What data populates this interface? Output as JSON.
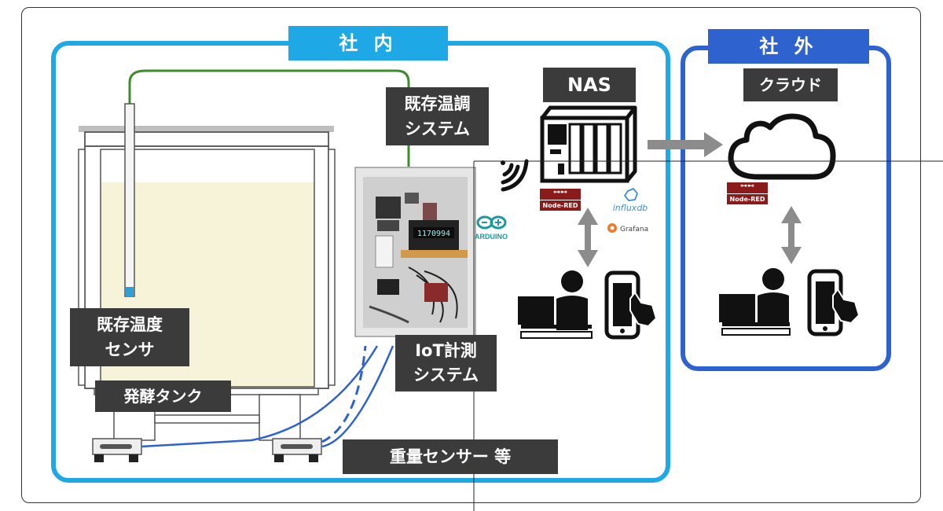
{
  "zones": {
    "internal": "社 内",
    "external": "社 外"
  },
  "labels": {
    "nas": "NAS",
    "cloud": "クラウド",
    "hvac_line1": "既存温調",
    "hvac_line2": "システム",
    "temp_sensor_line1": "既存温度",
    "temp_sensor_line2": "センサ",
    "tank": "発酵タンク",
    "iot_line1": "IoT計測",
    "iot_line2": "システム",
    "weight": "重量センサー 等"
  },
  "logos": {
    "node_red": "Node-RED",
    "influxdb": "influxdb",
    "grafana": "Grafana",
    "arduino": "ARDUINO"
  },
  "device_display": "1170994",
  "colors": {
    "internal_zone": "#1ea8e6",
    "external_zone": "#2d62cf",
    "label_bg": "#3b3b3b",
    "node_red": "#8b1a1a",
    "arrow": "#8c8c8c",
    "green_wire": "#3c8c2c",
    "blue_wire": "#2d62cf",
    "liquid": "#f7f3d9"
  },
  "icons": [
    "wifi-icon",
    "cloud-icon",
    "laptop-user-icon",
    "smartphone-tap-icon",
    "nas-server-icon",
    "scale-sensor-icon"
  ]
}
